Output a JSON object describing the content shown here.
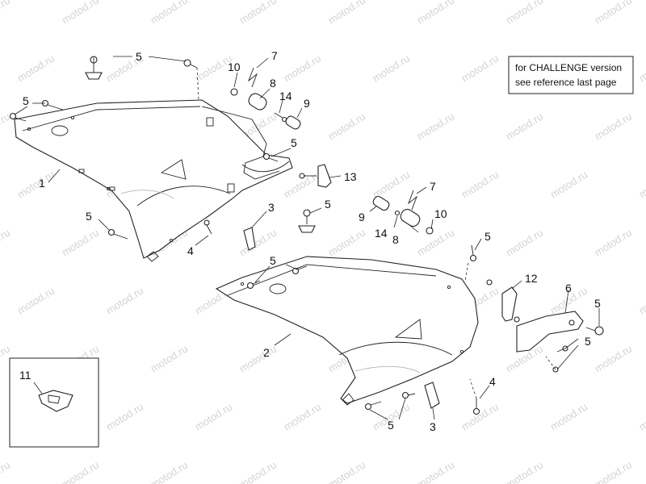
{
  "watermark": "motod.ru",
  "note": {
    "line1": "for CHALLENGE version",
    "line2": "see reference last page"
  },
  "callouts": {
    "c1": "1",
    "c2": "2",
    "c3a": "3",
    "c3b": "3",
    "c4a": "4",
    "c4b": "4",
    "c5a": "5",
    "c5b": "5",
    "c5c": "5",
    "c5d": "5",
    "c5e": "5",
    "c5f": "5",
    "c5g": "5",
    "c5h": "5",
    "c5i": "5",
    "c5j": "5",
    "c6": "6",
    "c7a": "7",
    "c7b": "7",
    "c8a": "8",
    "c8b": "8",
    "c9a": "9",
    "c9b": "9",
    "c10a": "10",
    "c10b": "10",
    "c11": "11",
    "c12": "12",
    "c13": "13",
    "c14a": "14",
    "c14b": "14"
  }
}
